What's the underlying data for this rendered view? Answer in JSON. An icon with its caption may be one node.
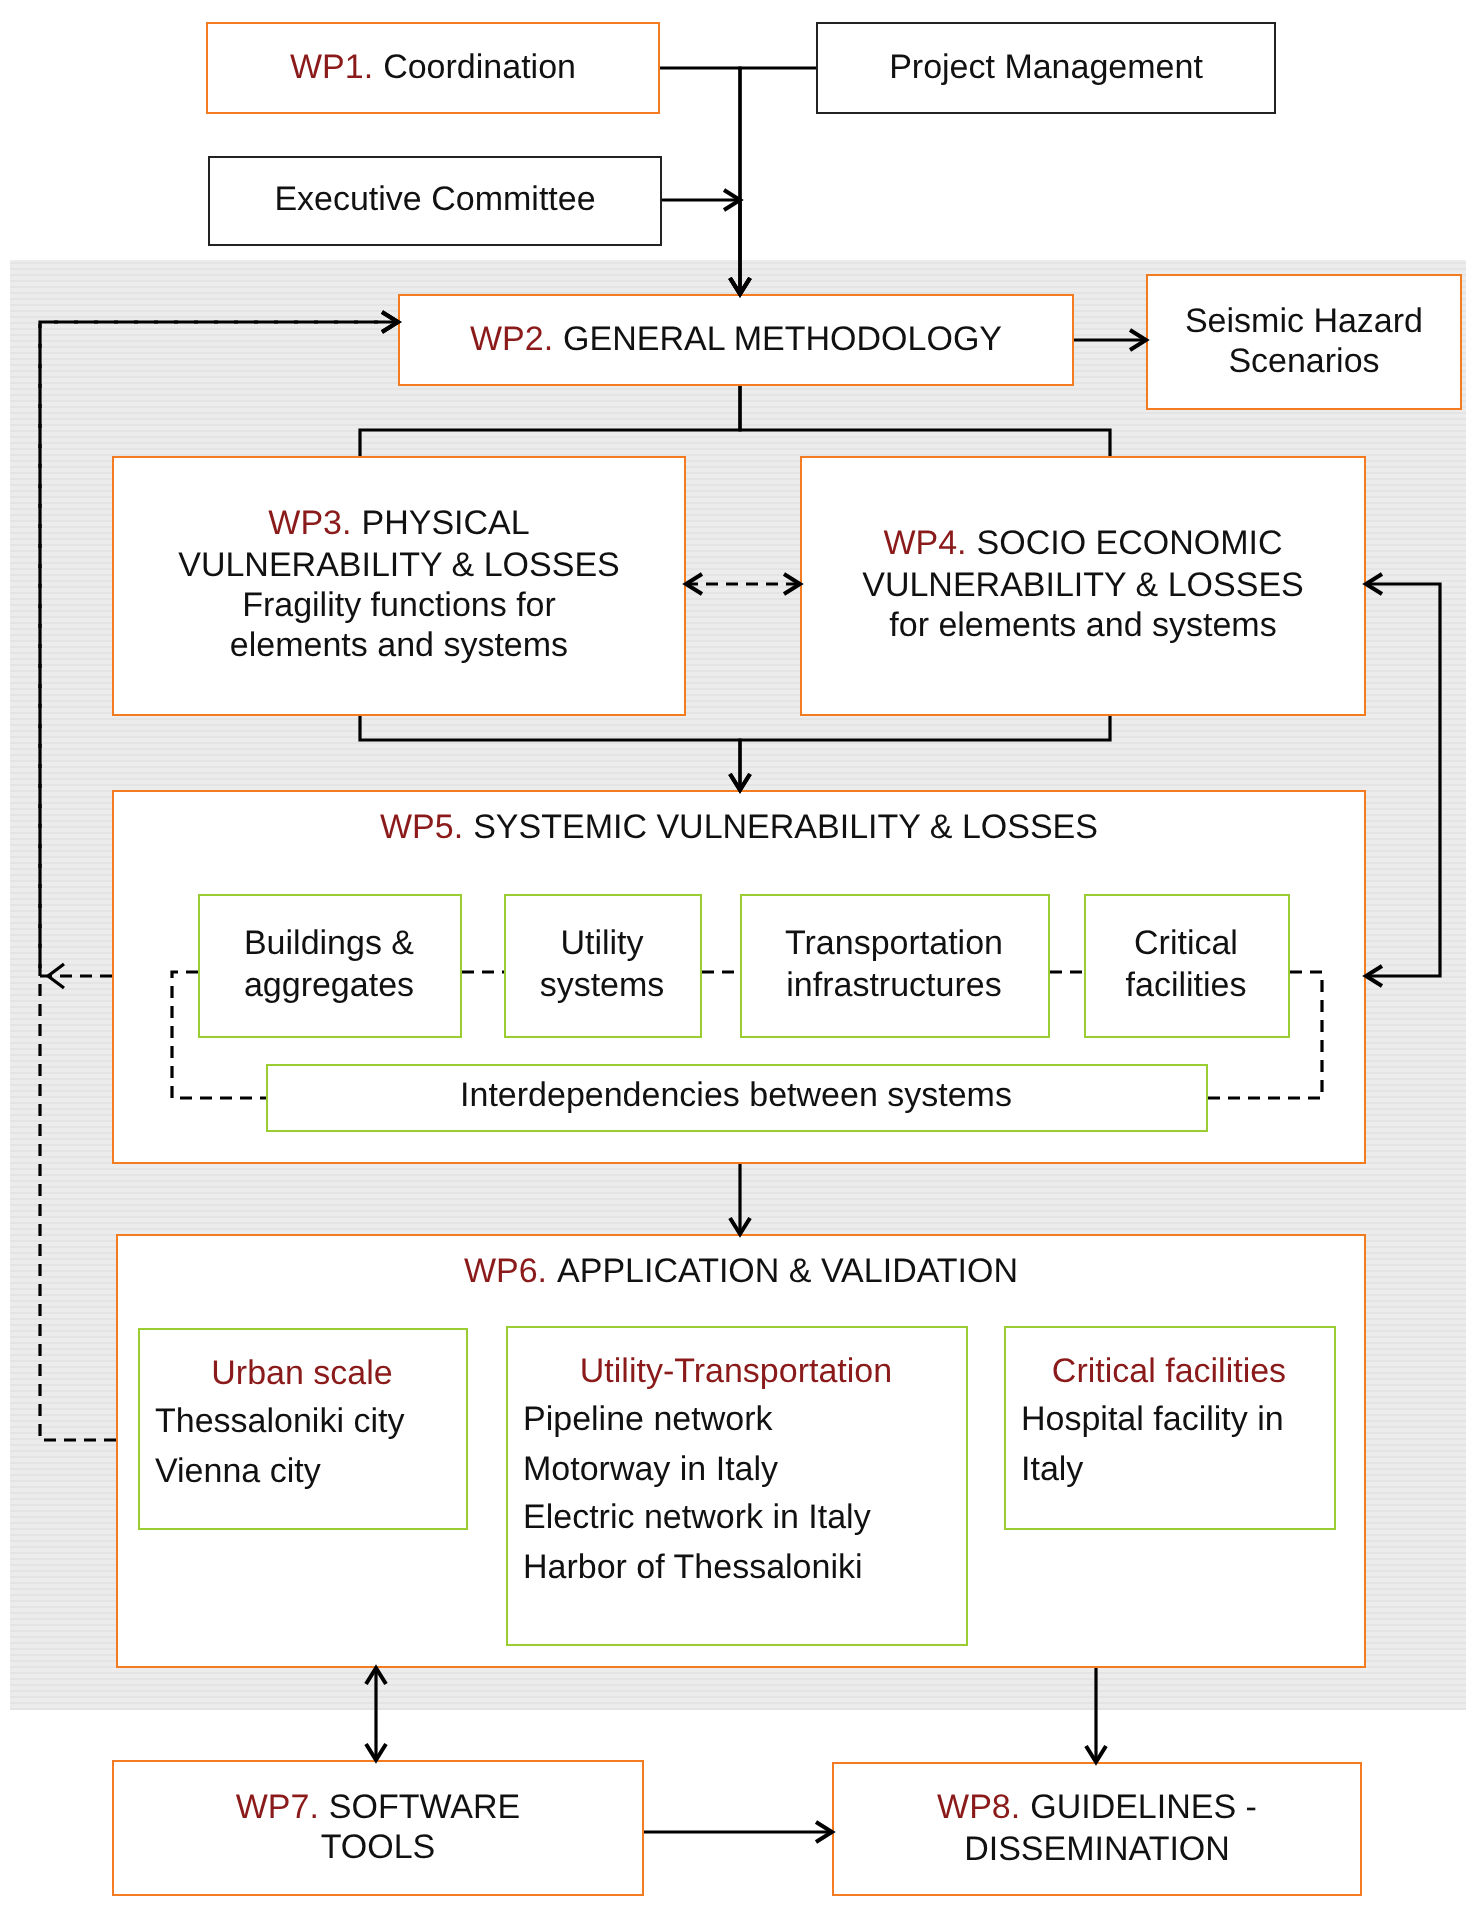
{
  "diagram": {
    "nodes": [
      {
        "text": [
          "WP1.",
          "Coordination"
        ]
      },
      {
        "text": [
          "Project Management"
        ]
      },
      {
        "text": [
          "Executive Committee"
        ]
      },
      {
        "text": [
          "WP2.",
          "GENERAL METHODOLOGY"
        ]
      },
      {
        "text": [
          "Seismic Hazard Scenarios"
        ]
      },
      {
        "text": [
          "WP3.",
          "PHYSICAL VULNERABILITY & LOSSES",
          "Fragility functions for elements and systems"
        ]
      },
      {
        "text": [
          "WP4.",
          "SOCIO ECONOMIC VULNERABILITY & LOSSES",
          "for elements and systems"
        ]
      },
      {
        "text": [
          "WP5.",
          "SYSTEMIC VULNERABILITY & LOSSES"
        ]
      },
      {
        "text": [
          "Buildings & aggregates"
        ],
        "in": 7
      },
      {
        "text": [
          "Utility systems"
        ],
        "in": 7
      },
      {
        "text": [
          "Transportation infrastructures"
        ],
        "in": 7
      },
      {
        "text": [
          "Critical facilities"
        ],
        "in": 7
      },
      {
        "text": [
          "Interdependencies between systems"
        ],
        "in": 7
      },
      {
        "text": [
          "WP6.",
          "APPLICATION & VALIDATION"
        ]
      },
      {
        "text": [
          "Urban scale",
          "Thessaloniki city",
          "Vienna city"
        ],
        "in": 13
      },
      {
        "text": [
          "Utility-Transportation",
          "Pipeline network",
          "Motorway in Italy",
          "Electric network in Italy",
          "Harbor of Thessaloniki"
        ],
        "in": 13
      },
      {
        "text": [
          "Critical facilities",
          "Hospital facility in Italy"
        ],
        "in": 13
      },
      {
        "text": [
          "WP7.",
          "SOFTWARE TOOLS"
        ]
      },
      {
        "text": [
          "WP8.",
          "GUIDELINES - DISSEMINATION"
        ]
      }
    ],
    "edges": [
      {
        "from": 0,
        "to": 3,
        "arrow": "to"
      },
      {
        "from": 1,
        "to": 3,
        "arrow": "to"
      },
      {
        "from": 2,
        "to": 3,
        "arrow": "to"
      },
      {
        "from": 3,
        "to": 4,
        "arrow": "to"
      },
      {
        "from": 3,
        "to": 5,
        "arrow": "none"
      },
      {
        "from": 3,
        "to": 6,
        "arrow": "none"
      },
      {
        "from": 5,
        "to": 6,
        "arrow": "both",
        "style": "dashed"
      },
      {
        "from": 5,
        "to": 7,
        "arrow": "to"
      },
      {
        "from": 6,
        "to": 7,
        "arrow": "to"
      },
      {
        "from": 7,
        "to": 6,
        "arrow": "both"
      },
      {
        "from": 8,
        "to": 9,
        "arrow": "none",
        "style": "dashed"
      },
      {
        "from": 9,
        "to": 10,
        "arrow": "none",
        "style": "dashed"
      },
      {
        "from": 10,
        "to": 11,
        "arrow": "none",
        "style": "dashed"
      },
      {
        "from": 8,
        "to": 12,
        "arrow": "none",
        "style": "dashed"
      },
      {
        "from": 11,
        "to": 12,
        "arrow": "none",
        "style": "dashed"
      },
      {
        "from": 7,
        "to": 3,
        "arrow": "to",
        "style": "dashed"
      },
      {
        "from": 13,
        "to": 3,
        "arrow": "to",
        "style": "dashed"
      },
      {
        "from": 7,
        "to": 13,
        "arrow": "to"
      },
      {
        "from": 13,
        "to": 17,
        "arrow": "both"
      },
      {
        "from": 13,
        "to": 18,
        "arrow": "to"
      },
      {
        "from": 17,
        "to": 18,
        "arrow": "to"
      }
    ]
  }
}
